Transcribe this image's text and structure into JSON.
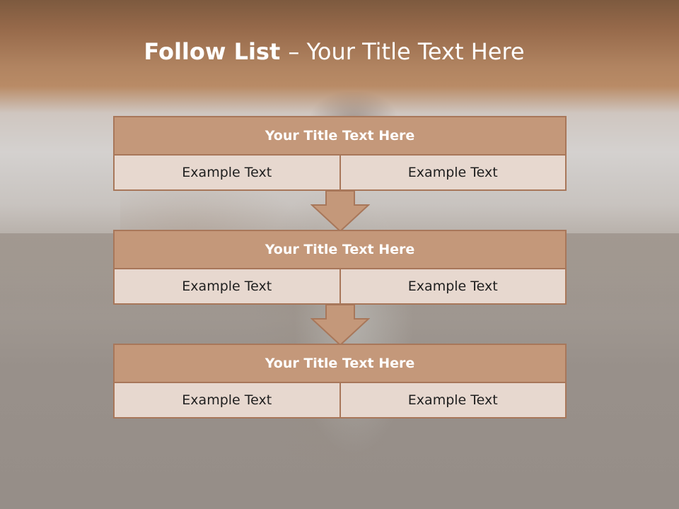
{
  "slide": {
    "title_bold": "Follow List ",
    "title_rest": " – Your Title Text Here"
  },
  "blocks": [
    {
      "title": "Your Title Text Here",
      "left": "Example Text",
      "right": "Example Text"
    },
    {
      "title": "Your Title Text Here",
      "left": "Example Text",
      "right": "Example Text"
    },
    {
      "title": "Your Title Text Here",
      "left": "Example Text",
      "right": "Example Text"
    }
  ],
  "colors": {
    "header_fill": "#c4987a",
    "cell_fill": "#e7d8cf",
    "border": "#a8775a",
    "title_text": "#ffffff"
  }
}
